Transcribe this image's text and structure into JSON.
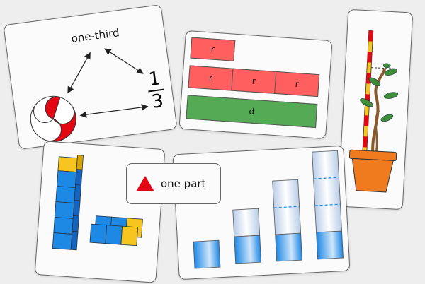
{
  "word_card": {
    "word": "one-third",
    "numerator": "1",
    "denominator": "3"
  },
  "bar_model": {
    "unit_label": "r",
    "repeated_labels": [
      "r",
      "r",
      "r"
    ],
    "whole_label": "d"
  },
  "label_card": {
    "text": "one part",
    "icon": "red-triangle-icon"
  },
  "colors": {
    "red": "#e30613",
    "bar_red": "#ff5f5f",
    "bar_green": "#55aa55",
    "block_blue": "#1e88e5",
    "block_yellow": "#f7c51e",
    "pot_orange": "#f07a1e"
  }
}
